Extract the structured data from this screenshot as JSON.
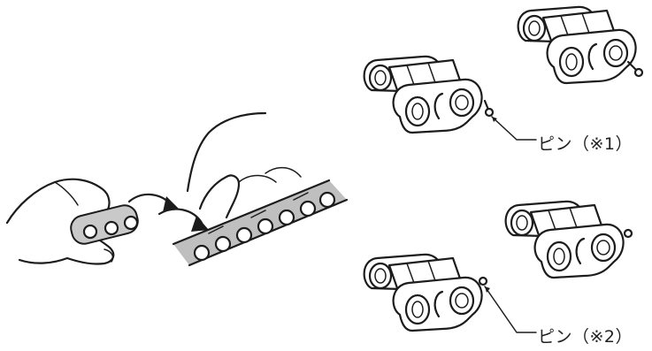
{
  "labels": {
    "pin1": "ピン（※1）",
    "pin2": "ピン（※2）"
  },
  "colors": {
    "ink": "#1c1c1c",
    "chain_gray": "#c9c9c9",
    "background": "#ffffff"
  },
  "icons": [
    "hand",
    "curved-arrow",
    "chain-link",
    "pin"
  ]
}
